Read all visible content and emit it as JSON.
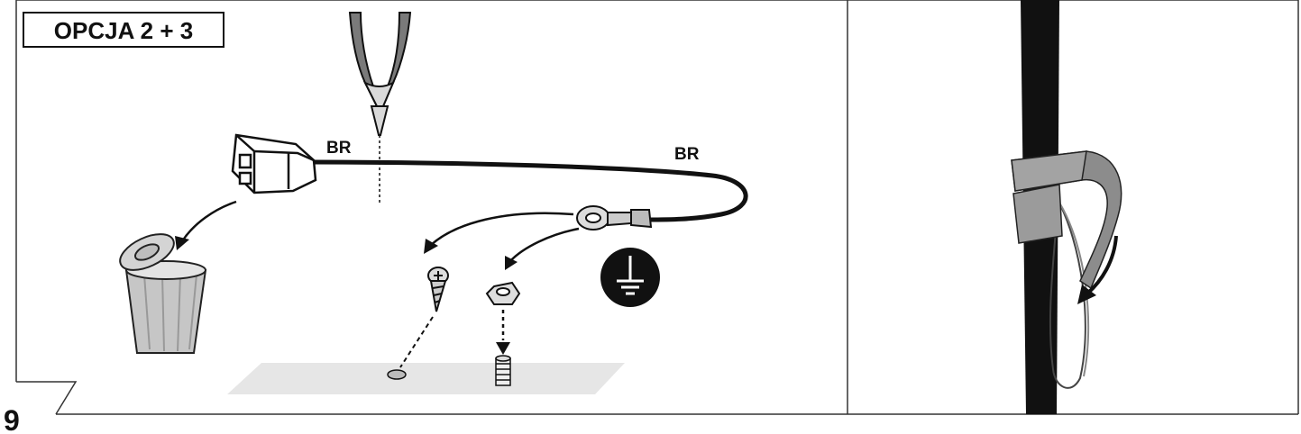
{
  "header": {
    "option_label": "OPCJA 2 + 3"
  },
  "labels": {
    "wire_left": "BR",
    "wire_right": "BR"
  },
  "step": {
    "number": "9"
  },
  "icons": {
    "pliers": "pliers-icon",
    "connector": "connector-icon",
    "trash": "trash-can-icon",
    "ring_terminal": "ring-terminal-icon",
    "ground_symbol": "ground-symbol-icon",
    "screw": "screw-icon",
    "nut": "nut-icon",
    "bolt": "threaded-stud-icon",
    "velcro_strap": "velcro-strap-icon"
  }
}
